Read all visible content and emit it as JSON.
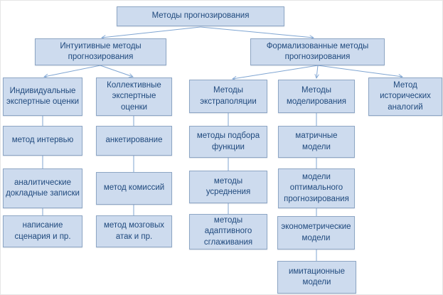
{
  "diagram": {
    "title": "Методы прогнозирования",
    "colors": {
      "box_fill": "#cddbee",
      "box_border": "#8ea6c4",
      "text": "#1f497d",
      "line": "#7fa5d2",
      "background": "#ffffff"
    },
    "nodes": {
      "root": {
        "label": "Методы прогнозирования"
      },
      "intuitive": {
        "label": "Интуитивные методы прогнозирования"
      },
      "formalized": {
        "label": "Формализованные методы прогнозирования"
      },
      "individual": {
        "label": "Индивидуальные экспертные оценки"
      },
      "collective": {
        "label": "Коллективные экспертные оценки"
      },
      "extrapolation": {
        "label": "Методы экстраполяции"
      },
      "modeling": {
        "label": "Методы моделирования"
      },
      "historical": {
        "label": "Метод исторических аналогий"
      },
      "interview": {
        "label": "метод интервью"
      },
      "questionnaire": {
        "label": "анкетирование"
      },
      "function_fitting": {
        "label": "методы подбора функции"
      },
      "matrix_models": {
        "label": "матричные модели"
      },
      "analytical_notes": {
        "label": "аналитические докладные записки"
      },
      "commissions": {
        "label": "метод комиссий"
      },
      "averaging": {
        "label": "методы усреднения"
      },
      "optimal_forecasting": {
        "label": "модели оптимального прогнозирования"
      },
      "scenario_writing": {
        "label": "написание сценария и пр."
      },
      "brainstorming": {
        "label": "метод мозговых атак и пр."
      },
      "adaptive_smoothing": {
        "label": "методы адаптивного сглаживания"
      },
      "econometric_models": {
        "label": "эконометрические модели"
      },
      "simulation_models": {
        "label": "имитационные модели"
      }
    },
    "edges": [
      {
        "from": "root",
        "to": "intuitive",
        "arrow": true
      },
      {
        "from": "root",
        "to": "formalized",
        "arrow": true
      },
      {
        "from": "intuitive",
        "to": "individual",
        "arrow": true
      },
      {
        "from": "intuitive",
        "to": "collective",
        "arrow": true
      },
      {
        "from": "formalized",
        "to": "extrapolation",
        "arrow": true
      },
      {
        "from": "formalized",
        "to": "modeling",
        "arrow": true
      },
      {
        "from": "formalized",
        "to": "historical",
        "arrow": true
      },
      {
        "from": "individual",
        "to": "interview",
        "arrow": false
      },
      {
        "from": "interview",
        "to": "analytical_notes",
        "arrow": false
      },
      {
        "from": "analytical_notes",
        "to": "scenario_writing",
        "arrow": false
      },
      {
        "from": "collective",
        "to": "questionnaire",
        "arrow": false
      },
      {
        "from": "questionnaire",
        "to": "commissions",
        "arrow": false
      },
      {
        "from": "commissions",
        "to": "brainstorming",
        "arrow": false
      },
      {
        "from": "extrapolation",
        "to": "function_fitting",
        "arrow": false
      },
      {
        "from": "function_fitting",
        "to": "averaging",
        "arrow": false
      },
      {
        "from": "averaging",
        "to": "adaptive_smoothing",
        "arrow": false
      },
      {
        "from": "modeling",
        "to": "matrix_models",
        "arrow": false
      },
      {
        "from": "matrix_models",
        "to": "optimal_forecasting",
        "arrow": false
      },
      {
        "from": "optimal_forecasting",
        "to": "econometric_models",
        "arrow": false
      },
      {
        "from": "econometric_models",
        "to": "simulation_models",
        "arrow": false
      }
    ]
  }
}
